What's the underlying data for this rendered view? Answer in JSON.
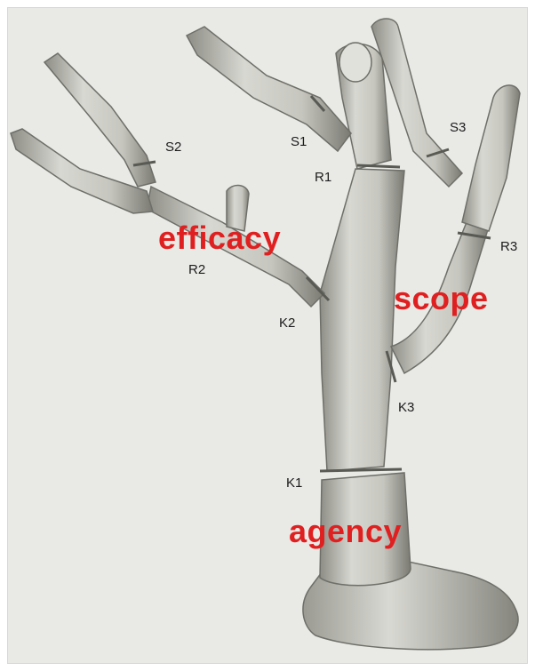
{
  "colors": {
    "background": "#e9e9e6",
    "branch_fill": "#d4d4ce",
    "branch_shade": "#8a8a84",
    "joint": "#5a5a55",
    "label_text": "#1c1c1c",
    "concept_text": "#e02020"
  },
  "segment_labels": {
    "s1": "S1",
    "s2": "S2",
    "s3": "S3",
    "r1": "R1",
    "r2": "R2",
    "r3": "R3",
    "k1": "K1",
    "k2": "K2",
    "k3": "K3"
  },
  "concept_labels": {
    "efficacy": "efficacy",
    "scope": "scope",
    "agency": "agency"
  }
}
